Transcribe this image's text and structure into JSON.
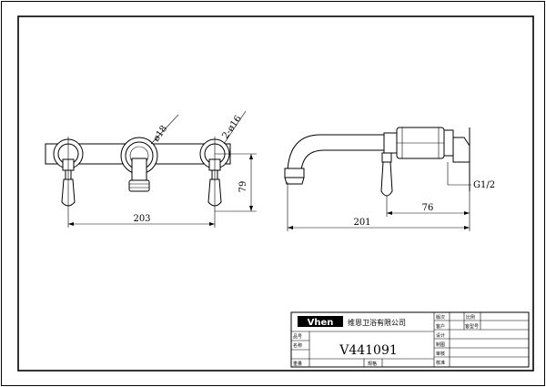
{
  "front_view": {
    "width_dim": "203",
    "height_dim": "79",
    "spout_dia": "ø18",
    "handle_dia": "2-ø16"
  },
  "side_view": {
    "overall_dim": "201",
    "body_dim": "76",
    "thread": "G1/2"
  },
  "title_block": {
    "brand": "Vhen",
    "company": "维恩卫浴有限公司",
    "model": "V441091",
    "labels": {
      "version": "版次",
      "scale": "比例",
      "customer": "客户",
      "customer_model": "客型号",
      "design": "设计",
      "drawn": "制图",
      "review": "审核",
      "approve": "核准",
      "item_no": "品号",
      "name": "名称",
      "spec": "规格",
      "weight": "重量"
    }
  }
}
